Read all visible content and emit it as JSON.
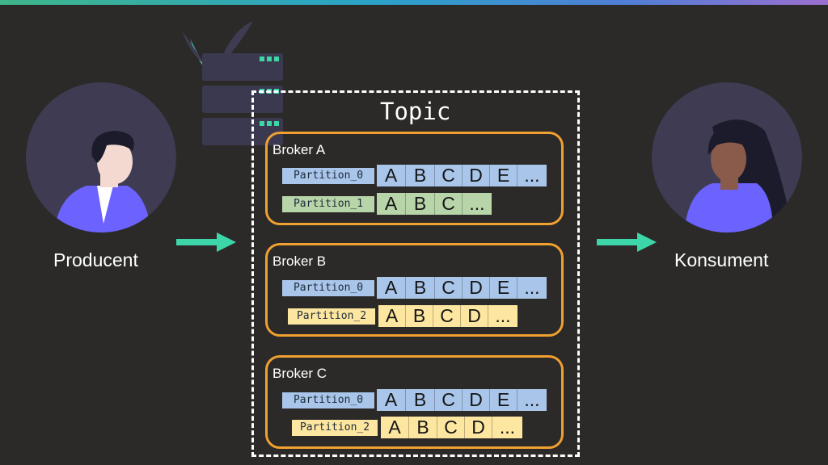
{
  "actors": {
    "producer": {
      "label": "Producent"
    },
    "consumer": {
      "label": "Konsument"
    }
  },
  "topic": {
    "title": "Topic"
  },
  "brokers": [
    {
      "name": "Broker A",
      "partitions": [
        {
          "label": "Partition_0",
          "color": "#a9c6ea",
          "cells": [
            "A",
            "B",
            "C",
            "D",
            "E",
            "..."
          ]
        },
        {
          "label": "Partition_1",
          "color": "#b7d5a8",
          "cells": [
            "A",
            "B",
            "C",
            "..."
          ]
        }
      ]
    },
    {
      "name": "Broker B",
      "partitions": [
        {
          "label": "Partition_0",
          "color": "#a9c6ea",
          "cells": [
            "A",
            "B",
            "C",
            "D",
            "E",
            "..."
          ]
        },
        {
          "label": "Partition_2",
          "color": "#fde6a0",
          "cells": [
            "A",
            "B",
            "C",
            "D",
            "..."
          ]
        }
      ]
    },
    {
      "name": "Broker C",
      "partitions": [
        {
          "label": "Partition_0",
          "color": "#a9c6ea",
          "cells": [
            "A",
            "B",
            "C",
            "D",
            "E",
            "..."
          ]
        },
        {
          "label": "Partition_2",
          "color": "#fde6a0",
          "cells": [
            "A",
            "B",
            "C",
            "D",
            "..."
          ]
        }
      ]
    }
  ],
  "colors": {
    "background": "#2b2a28",
    "broker_border": "#f0a030",
    "arrow": "#3dd6a8",
    "avatar_bg": "#3e3b52",
    "accent_purple": "#6c63ff"
  }
}
